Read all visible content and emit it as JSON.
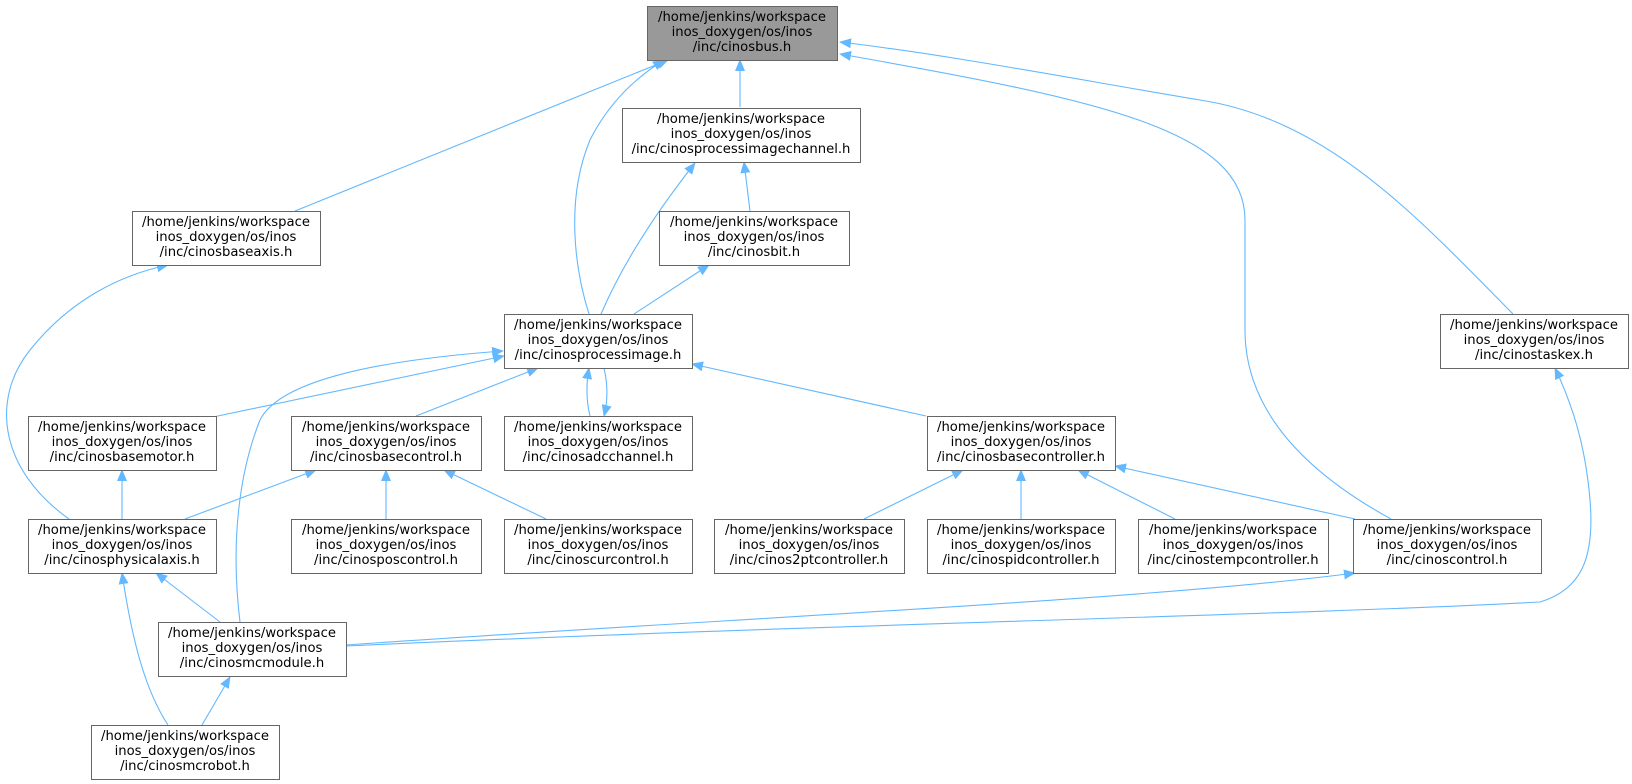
{
  "colors": {
    "edge": "#63b8ff",
    "node_fill": "#ffffff",
    "node_border": "#666666",
    "highlight_fill": "#999999",
    "text": "#000000"
  },
  "nodes": [
    {
      "id": "cinosbus",
      "lines": [
        "/home/jenkins/workspace",
        "inos_doxygen/os/inos",
        "/inc/cinosbus.h"
      ],
      "highlighted": true
    },
    {
      "id": "cinosprocessimagechannel",
      "lines": [
        "/home/jenkins/workspace",
        "inos_doxygen/os/inos",
        "/inc/cinosprocessimagechannel.h"
      ]
    },
    {
      "id": "cinosbaseaxis",
      "lines": [
        "/home/jenkins/workspace",
        "inos_doxygen/os/inos",
        "/inc/cinosbaseaxis.h"
      ]
    },
    {
      "id": "cinosbit",
      "lines": [
        "/home/jenkins/workspace",
        "inos_doxygen/os/inos",
        "/inc/cinosbit.h"
      ]
    },
    {
      "id": "cinosprocessimage",
      "lines": [
        "/home/jenkins/workspace",
        "inos_doxygen/os/inos",
        "/inc/cinosprocessimage.h"
      ]
    },
    {
      "id": "cinostaskex",
      "lines": [
        "/home/jenkins/workspace",
        "inos_doxygen/os/inos",
        "/inc/cinostaskex.h"
      ]
    },
    {
      "id": "cinosbasemotor",
      "lines": [
        "/home/jenkins/workspace",
        "inos_doxygen/os/inos",
        "/inc/cinosbasemotor.h"
      ]
    },
    {
      "id": "cinosbasecontrol",
      "lines": [
        "/home/jenkins/workspace",
        "inos_doxygen/os/inos",
        "/inc/cinosbasecontrol.h"
      ]
    },
    {
      "id": "cinosadcchannel",
      "lines": [
        "/home/jenkins/workspace",
        "inos_doxygen/os/inos",
        "/inc/cinosadcchannel.h"
      ]
    },
    {
      "id": "cinosbasecontroller",
      "lines": [
        "/home/jenkins/workspace",
        "inos_doxygen/os/inos",
        "/inc/cinosbasecontroller.h"
      ]
    },
    {
      "id": "cinosphysicalaxis",
      "lines": [
        "/home/jenkins/workspace",
        "inos_doxygen/os/inos",
        "/inc/cinosphysicalaxis.h"
      ]
    },
    {
      "id": "cinosposcontrol",
      "lines": [
        "/home/jenkins/workspace",
        "inos_doxygen/os/inos",
        "/inc/cinosposcontrol.h"
      ]
    },
    {
      "id": "cinoscurcontrol",
      "lines": [
        "/home/jenkins/workspace",
        "inos_doxygen/os/inos",
        "/inc/cinoscurcontrol.h"
      ]
    },
    {
      "id": "cinos2ptcontroller",
      "lines": [
        "/home/jenkins/workspace",
        "inos_doxygen/os/inos",
        "/inc/cinos2ptcontroller.h"
      ]
    },
    {
      "id": "cinospidcontroller",
      "lines": [
        "/home/jenkins/workspace",
        "inos_doxygen/os/inos",
        "/inc/cinospidcontroller.h"
      ]
    },
    {
      "id": "cinostempcontroller",
      "lines": [
        "/home/jenkins/workspace",
        "inos_doxygen/os/inos",
        "/inc/cinostempcontroller.h"
      ]
    },
    {
      "id": "cinoscontrol",
      "lines": [
        "/home/jenkins/workspace",
        "inos_doxygen/os/inos",
        "/inc/cinoscontrol.h"
      ]
    },
    {
      "id": "cinosmcmodule",
      "lines": [
        "/home/jenkins/workspace",
        "inos_doxygen/os/inos",
        "/inc/cinosmcmodule.h"
      ]
    },
    {
      "id": "cinosmcrobot",
      "lines": [
        "/home/jenkins/workspace",
        "inos_doxygen/os/inos",
        "/inc/cinosmcrobot.h"
      ]
    }
  ],
  "edges": [
    {
      "from": "cinosprocessimagechannel",
      "to": "cinosbus"
    },
    {
      "from": "cinosbaseaxis",
      "to": "cinosbus"
    },
    {
      "from": "cinosprocessimage",
      "to": "cinosbus"
    },
    {
      "from": "cinoscontrol",
      "to": "cinosbus"
    },
    {
      "from": "cinostaskex",
      "to": "cinosbus"
    },
    {
      "from": "cinosbit",
      "to": "cinosprocessimagechannel"
    },
    {
      "from": "cinosprocessimage",
      "to": "cinosprocessimagechannel"
    },
    {
      "from": "cinosprocessimage",
      "to": "cinosbit"
    },
    {
      "from": "cinosphysicalaxis",
      "to": "cinosbaseaxis"
    },
    {
      "from": "cinosbasemotor",
      "to": "cinosprocessimage"
    },
    {
      "from": "cinosbasecontrol",
      "to": "cinosprocessimage"
    },
    {
      "from": "cinosadcchannel",
      "to": "cinosprocessimage"
    },
    {
      "from": "cinosprocessimage",
      "to": "cinosadcchannel"
    },
    {
      "from": "cinosbasecontroller",
      "to": "cinosprocessimage"
    },
    {
      "from": "cinosmcmodule",
      "to": "cinosprocessimage"
    },
    {
      "from": "cinosphysicalaxis",
      "to": "cinosbasemotor"
    },
    {
      "from": "cinosphysicalaxis",
      "to": "cinosbasecontrol"
    },
    {
      "from": "cinosposcontrol",
      "to": "cinosbasecontrol"
    },
    {
      "from": "cinoscurcontrol",
      "to": "cinosbasecontrol"
    },
    {
      "from": "cinos2ptcontroller",
      "to": "cinosbasecontroller"
    },
    {
      "from": "cinospidcontroller",
      "to": "cinosbasecontroller"
    },
    {
      "from": "cinostempcontroller",
      "to": "cinosbasecontroller"
    },
    {
      "from": "cinoscontrol",
      "to": "cinosbasecontroller"
    },
    {
      "from": "cinosmcmodule",
      "to": "cinosphysicalaxis"
    },
    {
      "from": "cinosmcrobot",
      "to": "cinosphysicalaxis"
    },
    {
      "from": "cinosmcmodule",
      "to": "cinoscontrol"
    },
    {
      "from": "cinosmcmodule",
      "to": "cinostaskex"
    },
    {
      "from": "cinosmcrobot",
      "to": "cinosmcmodule"
    }
  ]
}
